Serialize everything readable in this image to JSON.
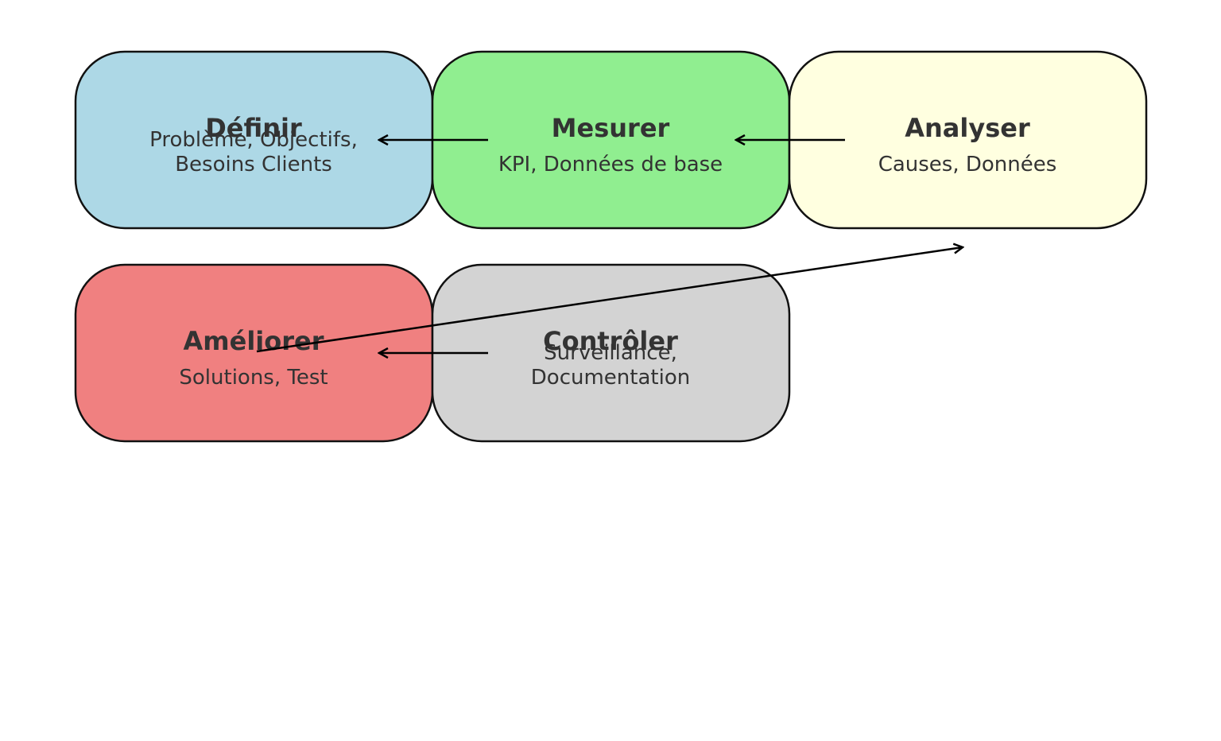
{
  "diagram": {
    "nodes": [
      {
        "id": "definir",
        "title": "Définir",
        "lines": [
          "Problème, Objectifs,",
          "Besoins Clients"
        ],
        "color": "#add8e6"
      },
      {
        "id": "mesurer",
        "title": "Mesurer",
        "lines": [
          "KPI, Données de base"
        ],
        "color": "#90ee90"
      },
      {
        "id": "analyser",
        "title": "Analyser",
        "lines": [
          "Causes, Données"
        ],
        "color": "#ffffe0"
      },
      {
        "id": "ameliorer",
        "title": "Améliorer",
        "lines": [
          "Solutions, Test"
        ],
        "color": "#f08080"
      },
      {
        "id": "controler",
        "title": "Contrôler",
        "lines": [
          "Surveillance,",
          "Documentation"
        ],
        "color": "#d3d3d3"
      }
    ],
    "edges": [
      {
        "from": "mesurer",
        "to": "definir"
      },
      {
        "from": "analyser",
        "to": "mesurer"
      },
      {
        "from": "ameliorer",
        "to": "analyser"
      },
      {
        "from": "controler",
        "to": "ameliorer"
      }
    ]
  }
}
